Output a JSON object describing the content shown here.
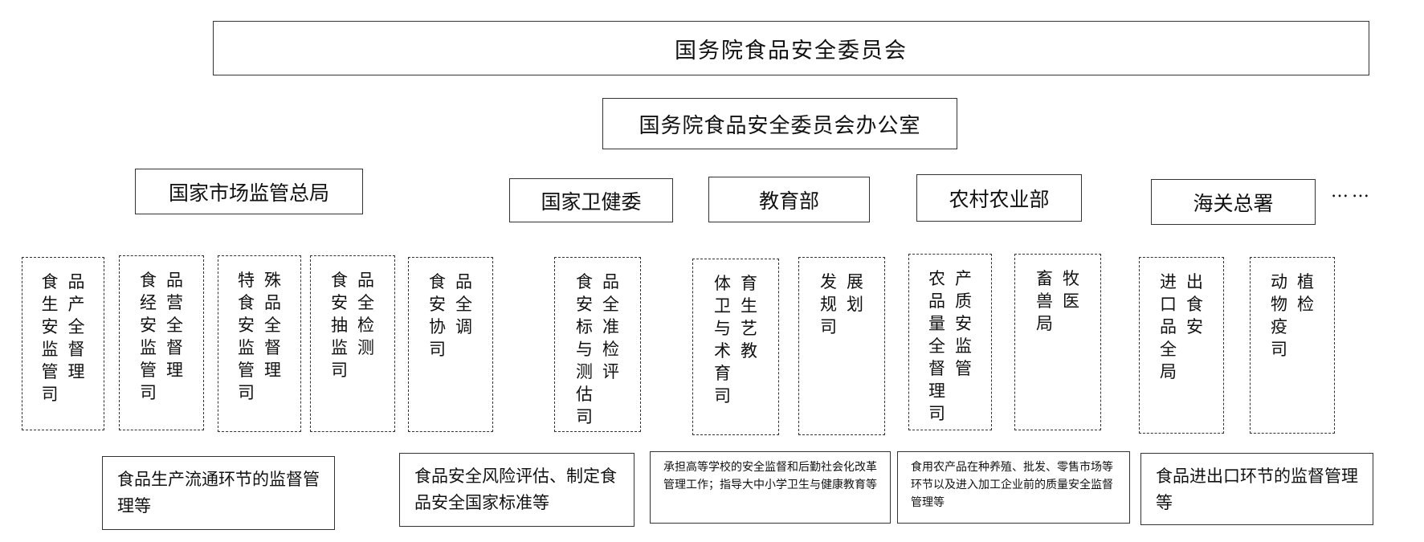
{
  "top": {
    "title": "国务院食品安全委员会"
  },
  "office": {
    "title": "国务院食品安全委员会办公室"
  },
  "agencies": [
    {
      "name": "国家市场监管总局"
    },
    {
      "name": "国家卫健委"
    },
    {
      "name": "教育部"
    },
    {
      "name": "农村农业部"
    },
    {
      "name": "海关总署"
    }
  ],
  "ellipsis": "……",
  "depts": [
    {
      "cols": [
        "品产全督理",
        "食生安监管司"
      ]
    },
    {
      "cols": [
        "品营全督理",
        "食经安监管司"
      ]
    },
    {
      "cols": [
        "殊品全督理",
        "特食安监管司"
      ]
    },
    {
      "cols": [
        "品全检测",
        "食安抽监司"
      ]
    },
    {
      "cols": [
        "品全调",
        "食安协司"
      ]
    },
    {
      "cols": [
        "品全准检评",
        "食安标与测估司"
      ]
    },
    {
      "cols": [
        "育生艺教",
        "体卫与术育司"
      ]
    },
    {
      "cols": [
        "展划",
        "发规司"
      ]
    },
    {
      "cols": [
        "产质安监管",
        "农品量全督理司"
      ]
    },
    {
      "cols": [
        "牧医",
        "畜兽局"
      ]
    },
    {
      "cols": [
        "出食安",
        "进口品全局"
      ]
    },
    {
      "cols": [
        "植检",
        "动物疫司"
      ]
    }
  ],
  "descriptions": [
    {
      "text": "食品生产流通环节的监督管理等"
    },
    {
      "text": "食品安全风险评估、制定食品安全国家标准等"
    },
    {
      "text": "承担高等学校的安全监督和后勤社会化改革管理工作；指导大中小学卫生与健康教育等"
    },
    {
      "text": "食用农产品在种养殖、批发、零售市场等环节以及进入加工企业前的质量安全监督管理等"
    },
    {
      "text": "食品进出口环节的监督管理等"
    }
  ]
}
